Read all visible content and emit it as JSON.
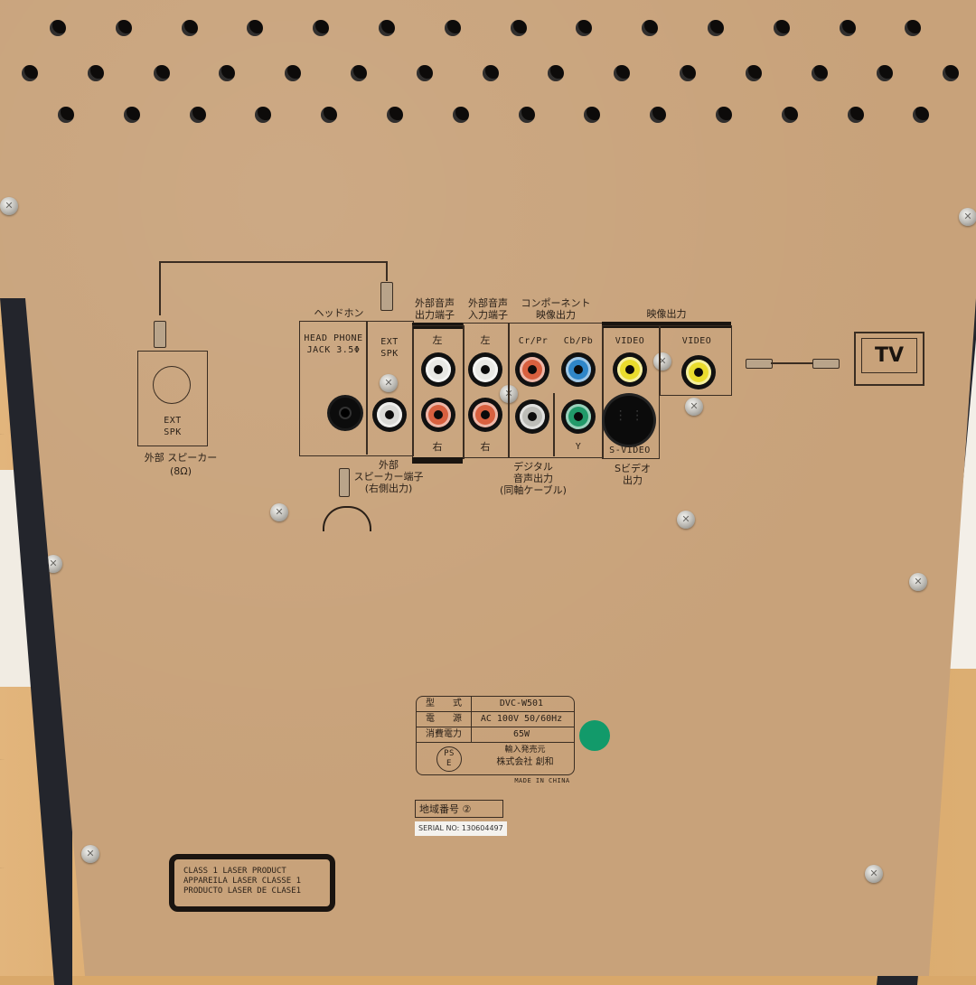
{
  "scene": {
    "subject": "Rear panel of a DVD component audio system subwoofer/receiver unit",
    "colors": {
      "panel": "#c8a27a",
      "frame": "#23252c",
      "floor": "#d9a86a",
      "print": "#3a2d22",
      "green_sticker": "#129a6a"
    }
  },
  "diagram": {
    "ext_speaker": {
      "box_label": "EXT\nSPK",
      "caption": "外部 スピーカー",
      "impedance": "(8Ω)"
    },
    "headphone": {
      "section_title": "ヘッドホン",
      "label": "HEAD PHONE\nJACK 3.5Φ"
    },
    "ext_spk_out": {
      "label": "EXT\nSPK",
      "caption": "外部\nスピーカー端子\n(右側出力)"
    },
    "audio_out": {
      "title": "外部音声\n出力端子",
      "left": "左",
      "right": "右"
    },
    "audio_in": {
      "title": "外部音声\n入力端子",
      "left": "左",
      "right": "右"
    },
    "component": {
      "title": "コンポーネント\n映像出力",
      "cr": "Cr/Pr",
      "cb": "Cb/Pb",
      "y": "Y"
    },
    "digital": {
      "caption": "デジタル\n音声出力\n(同軸ケーブル)"
    },
    "video_out": {
      "title": "映像出力",
      "video1": "VIDEO",
      "video2": "VIDEO",
      "svideo": "S-VIDEO",
      "svideo_caption": "Sビデオ\n出力"
    },
    "tv": {
      "label": "TV"
    }
  },
  "rating_plate": {
    "rows": [
      {
        "key": "型　　式",
        "value": "DVC-W501"
      },
      {
        "key": "電　　源",
        "value": "AC 100V 50/60Hz"
      },
      {
        "key": "消費電力",
        "value": "65W"
      }
    ],
    "pse": "PS\nE",
    "importer_title": "輸入発売元",
    "importer": "株式会社 創和",
    "origin": "MADE IN CHINA"
  },
  "region": {
    "label": "地域番号",
    "code": "②"
  },
  "serial": {
    "text": "SERIAL NO: 130604497"
  },
  "laser_label": {
    "lines": [
      "CLASS 1 LASER PRODUCT",
      "APPAREILA LASER CLASSE 1",
      "PRODUCTO LASER DE CLASE1"
    ]
  }
}
